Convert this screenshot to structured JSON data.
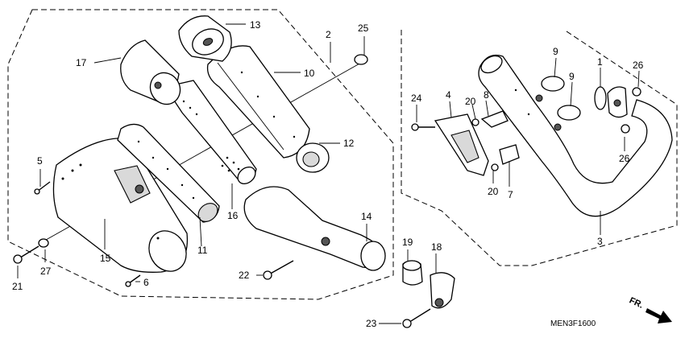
{
  "diagram_code": "MEN3F1600",
  "direction_label": "FR.",
  "callouts": {
    "c1": "1",
    "c2": "2",
    "c3": "3",
    "c4": "4",
    "c5": "5",
    "c6": "6",
    "c7": "7",
    "c8": "8",
    "c9a": "9",
    "c9b": "9",
    "c10": "10",
    "c11": "11",
    "c12": "12",
    "c13": "13",
    "c14": "14",
    "c15": "15",
    "c16": "16",
    "c17": "17",
    "c18": "18",
    "c19": "19",
    "c20a": "20",
    "c20b": "20",
    "c21": "21",
    "c22": "22",
    "c23": "23",
    "c24": "24",
    "c25": "25",
    "c26a": "26",
    "c26b": "26",
    "c27": "27"
  }
}
